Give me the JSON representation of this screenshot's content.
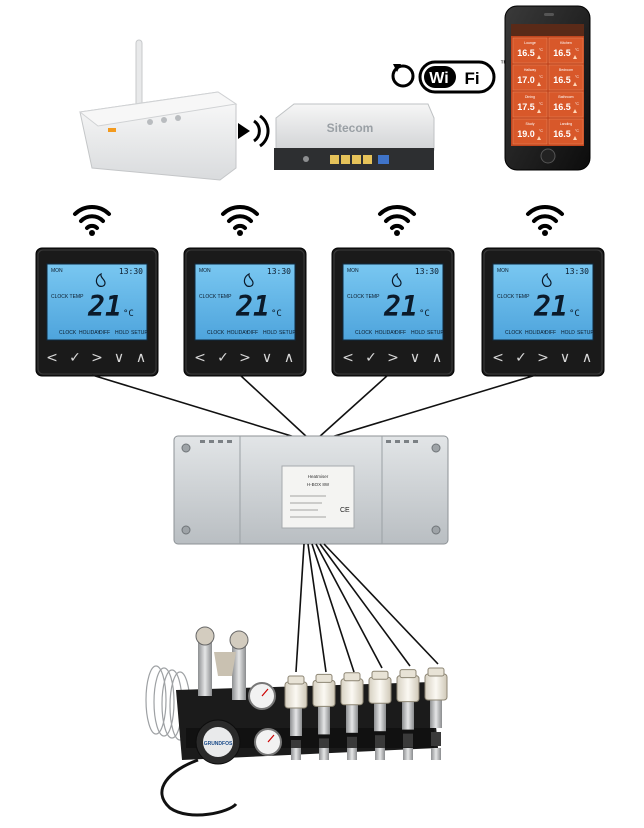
{
  "wifi_logo": {
    "text": "WiFi",
    "tm": "™"
  },
  "router": {
    "brand": "Sitecom"
  },
  "phone": {
    "tiles": [
      {
        "label": "Lounge",
        "temp": "16.5"
      },
      {
        "label": "Kitchen",
        "temp": "16.5"
      },
      {
        "label": "Hallway",
        "temp": "17.0"
      },
      {
        "label": "Bedroom",
        "temp": "16.5"
      },
      {
        "label": "Dining",
        "temp": "17.5"
      },
      {
        "label": "Bathroom",
        "temp": "16.5"
      },
      {
        "label": "Study",
        "temp": "19.0"
      },
      {
        "label": "Landing",
        "temp": "16.5"
      }
    ],
    "unit": "°C"
  },
  "thermostats": [
    {
      "day": "MON",
      "time": "13:30",
      "temp": "21",
      "unit": "°C",
      "mode": "CLOCK TEMP",
      "menu": [
        "CLOCK",
        "HOLIDAY",
        "DIFF",
        "HOLD",
        "SETUP"
      ],
      "nav": [
        "<",
        "✓",
        ">",
        "∨",
        "∧"
      ]
    },
    {
      "day": "MON",
      "time": "13:30",
      "temp": "21",
      "unit": "°C",
      "mode": "CLOCK TEMP",
      "menu": [
        "CLOCK",
        "HOLIDAY",
        "DIFF",
        "HOLD",
        "SETUP"
      ],
      "nav": [
        "<",
        "✓",
        ">",
        "∨",
        "∧"
      ]
    },
    {
      "day": "MON",
      "time": "13:30",
      "temp": "21",
      "unit": "°C",
      "mode": "CLOCK TEMP",
      "menu": [
        "CLOCK",
        "HOLIDAY",
        "DIFF",
        "HOLD",
        "SETUP"
      ],
      "nav": [
        "<",
        "✓",
        ">",
        "∨",
        "∧"
      ]
    },
    {
      "day": "MON",
      "time": "13:30",
      "temp": "21",
      "unit": "°C",
      "mode": "CLOCK TEMP",
      "menu": [
        "CLOCK",
        "HOLIDAY",
        "DIFF",
        "HOLD",
        "SETUP"
      ],
      "nav": [
        "<",
        "✓",
        ">",
        "∨",
        "∧"
      ]
    }
  ],
  "wiring_centre": {
    "maker": "Heatmiser",
    "model": "H-BOX 8W",
    "ce": "CE"
  },
  "manifold": {
    "pump_brand": "GRUNDFOS",
    "actuator_count": 6
  },
  "colors": {
    "app_background": "#c2461e",
    "lcd_blue": "#5fb6e8",
    "thermostat_body": "#1a1a1a",
    "wiring_centre": "#cfd3d6",
    "wire": "#111111"
  }
}
